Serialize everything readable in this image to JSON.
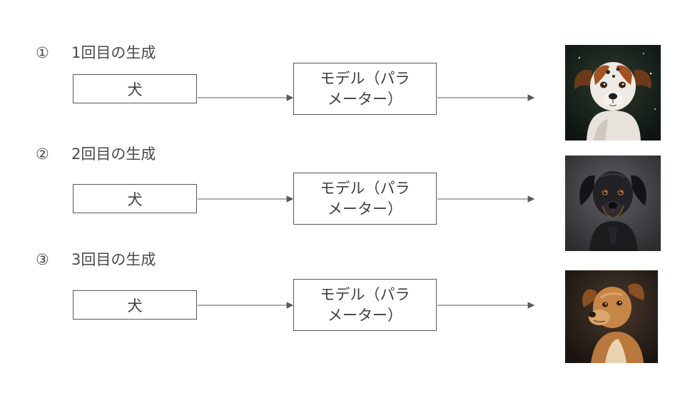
{
  "rows": [
    {
      "number": "①",
      "title": "1回目の生成",
      "input": "犬",
      "model_line1": "モデル（パラ",
      "model_line2": "メーター）",
      "output": "dog-portrait-1"
    },
    {
      "number": "②",
      "title": "2回目の生成",
      "input": "犬",
      "model_line1": "モデル（パラ",
      "model_line2": "メーター）",
      "output": "dog-portrait-2"
    },
    {
      "number": "③",
      "title": "3回目の生成",
      "input": "犬",
      "model_line1": "モデル（パラ",
      "model_line2": "メーター）",
      "output": "dog-portrait-3"
    }
  ]
}
